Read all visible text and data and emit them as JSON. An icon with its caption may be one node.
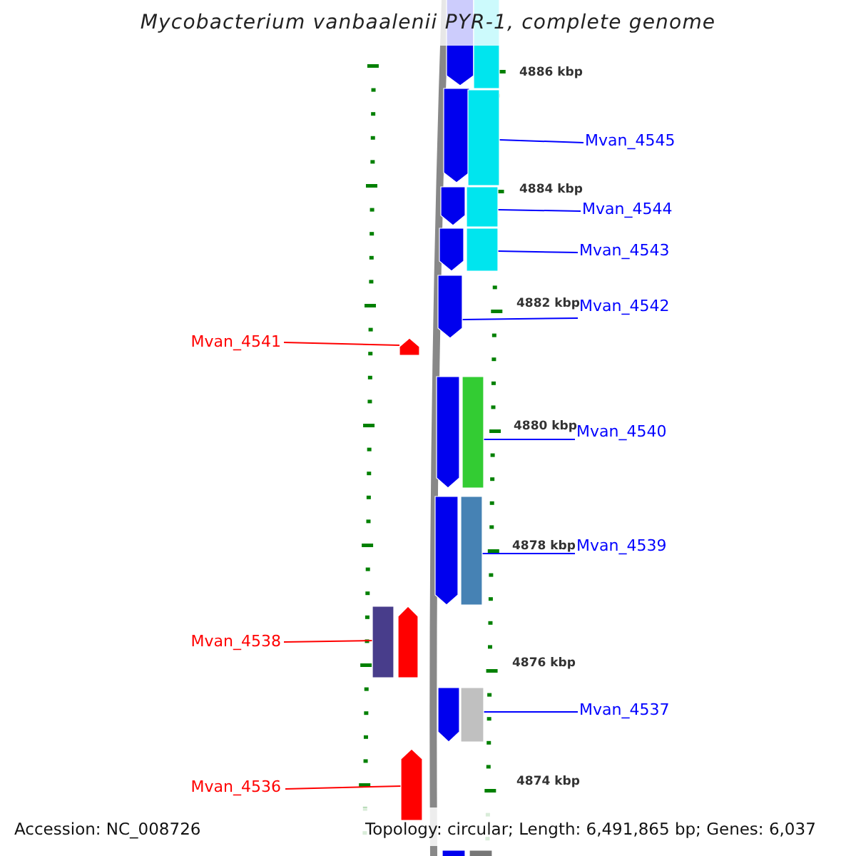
{
  "diagram": {
    "title": "Mycobacterium vanbaalenii PYR-1, complete genome",
    "nodes": [
      {
        "text": [
          "Mvan_4545"
        ]
      },
      {
        "text": [
          "Mvan_4544"
        ]
      },
      {
        "text": [
          "Mvan_4543"
        ]
      },
      {
        "text": [
          "Mvan_4542"
        ]
      },
      {
        "text": [
          "Mvan_4541"
        ]
      },
      {
        "text": [
          "Mvan_4540"
        ]
      },
      {
        "text": [
          "Mvan_4539"
        ]
      },
      {
        "text": [
          "Mvan_4538"
        ]
      },
      {
        "text": [
          "Mvan_4537"
        ]
      },
      {
        "text": [
          "Mvan_4536"
        ]
      },
      {
        "text": [],
        "shape": "bar"
      },
      {
        "text": [],
        "shape": "bar"
      },
      {
        "text": [],
        "shape": "bar"
      },
      {
        "text": [],
        "shape": "arrow"
      },
      {
        "text": [],
        "shape": "arrow"
      },
      {
        "text": [],
        "shape": "bar"
      },
      {
        "text": [],
        "shape": "bar"
      },
      {
        "text": [],
        "shape": "bar"
      },
      {
        "text": [],
        "shape": "bar"
      },
      {
        "text": [],
        "shape": "arrow"
      }
    ],
    "edges": [
      {
        "from": 0,
        "to": 10,
        "arrow": "none"
      },
      {
        "from": 1,
        "to": 11,
        "arrow": "none"
      },
      {
        "from": 2,
        "to": 12,
        "arrow": "none"
      },
      {
        "from": 3,
        "to": 13,
        "arrow": "none"
      },
      {
        "from": 4,
        "to": 14,
        "arrow": "none",
        "color": "#ff0000"
      },
      {
        "from": 5,
        "to": 15,
        "arrow": "none"
      },
      {
        "from": 6,
        "to": 16,
        "arrow": "none"
      },
      {
        "from": 7,
        "to": 17,
        "arrow": "none",
        "color": "#ff0000"
      },
      {
        "from": 8,
        "to": 18,
        "arrow": "none"
      },
      {
        "from": 9,
        "to": 19,
        "arrow": "none",
        "color": "#ff0000"
      }
    ],
    "labels": [
      "4886 kbp",
      "4884 kbp",
      "4882 kbp",
      "4880 kbp",
      "4878 kbp",
      "4876 kbp",
      "4874 kbp",
      "Accession: NC_008726",
      "Topology: circular; Length: 6,491,865 bp; Genes: 6,037"
    ]
  }
}
